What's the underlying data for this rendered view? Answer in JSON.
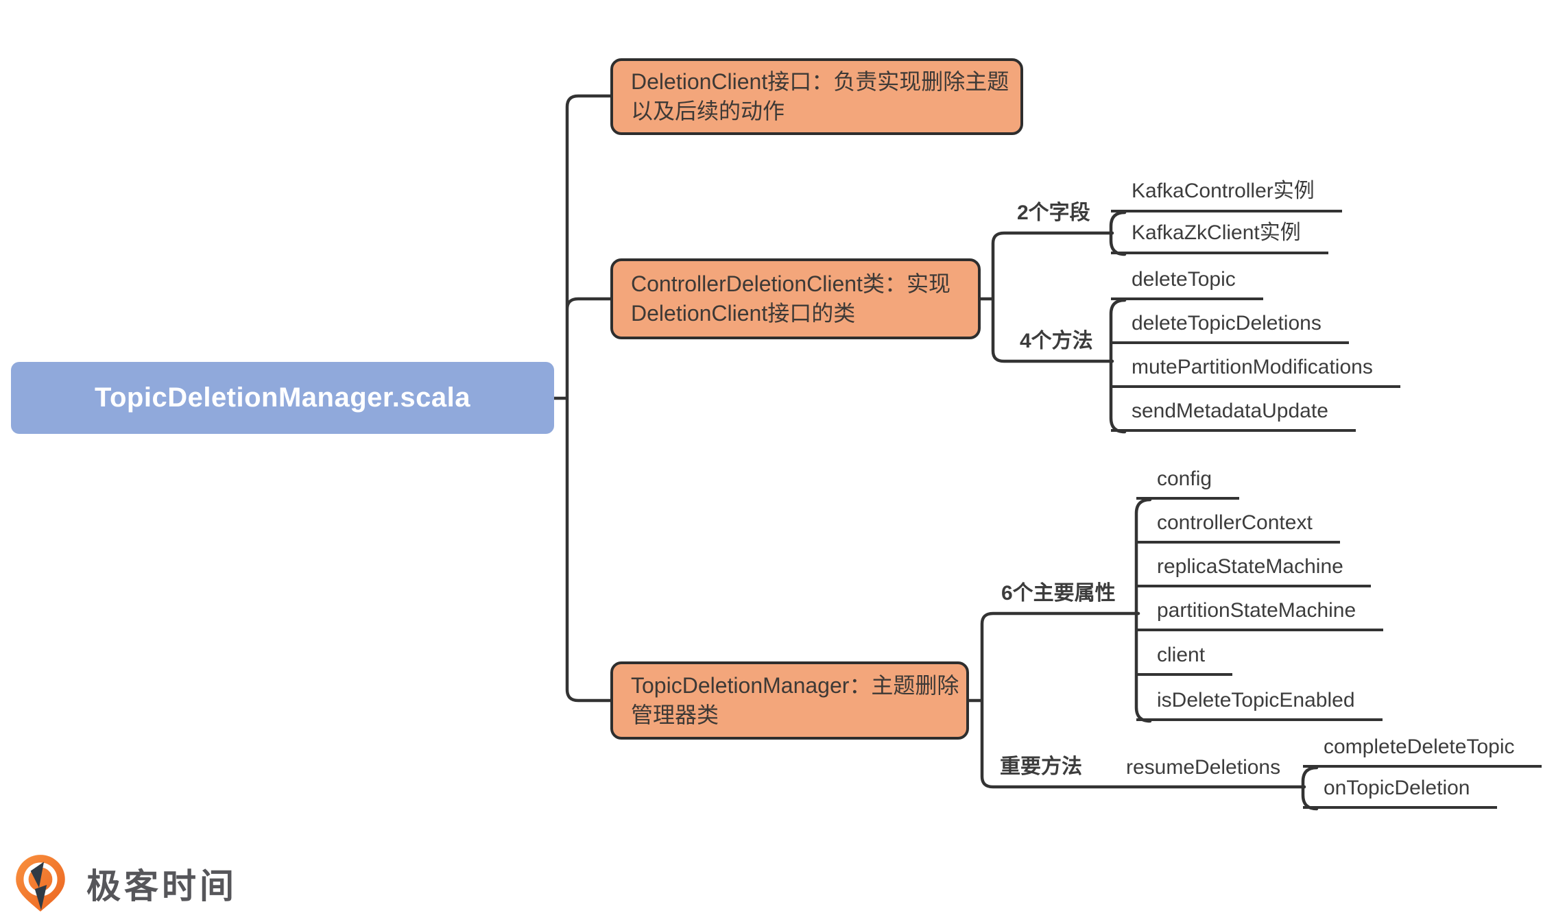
{
  "root": {
    "label": "TopicDeletionManager.scala"
  },
  "branches": {
    "deletionClient": {
      "label": "DeletionClient接口：负责实现删除主题以及后续的动作"
    },
    "controllerDeletionClient": {
      "label": "ControllerDeletionClient类：实现DeletionClient接口的类",
      "fields_group": {
        "label": "2个字段",
        "items": [
          "KafkaController实例",
          "KafkaZkClient实例"
        ]
      },
      "methods_group": {
        "label": "4个方法",
        "items": [
          "deleteTopic",
          "deleteTopicDeletions",
          "mutePartitionModifications",
          "sendMetadataUpdate"
        ]
      }
    },
    "topicDeletionManager": {
      "label": "TopicDeletionManager：主题删除管理器类",
      "attrs_group": {
        "label": "6个主要属性",
        "items": [
          "config",
          "controllerContext",
          "replicaStateMachine",
          "partitionStateMachine",
          "client",
          "isDeleteTopicEnabled"
        ]
      },
      "methods_group": {
        "label": "重要方法",
        "child": {
          "label": "resumeDeletions",
          "items": [
            "completeDeleteTopic",
            "onTopicDeletion"
          ]
        }
      }
    }
  },
  "logo": {
    "text": "极客时间",
    "icon": "geektime-pin-icon"
  },
  "colors": {
    "branch_fill": "#F3A67B",
    "branch_border": "#2E2E2E",
    "branch_text": "#3D3936",
    "root_fill": "#90A9DB",
    "root_text": "#FFFFFF",
    "line": "#333333",
    "leaf_text": "#3C3C3C",
    "logo_orange_light": "#F9913F",
    "logo_orange_dark": "#EB6420",
    "logo_glyph": "#2F3A45",
    "logo_text": "#56565A"
  }
}
